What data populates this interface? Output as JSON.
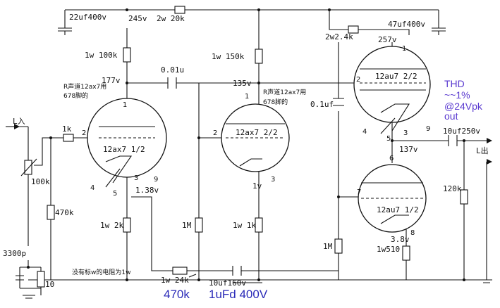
{
  "labels": {
    "c_supply_filter": "22uf400v",
    "v_supply_stage1": "245v",
    "r_supply_drop": "2w 20k",
    "c_supply_right": "47uf400v",
    "r_drop_right": "2w2.4k",
    "v_top_right": "257v",
    "r_plate1": "1w 100k",
    "r_plate2": "1w 150k",
    "v_plate1": "177v",
    "c_couple1": "0.01u",
    "v_plate2": "135v",
    "note_tube1": "R声道12ax7用",
    "note_tube1_b": "678脚的",
    "note_tube2": "R声道12ax7用",
    "note_tube2_b": "678脚的",
    "tube1": "12ax7 1/2",
    "tube2": "12ax7 2/2",
    "tube3": "12au7 2/2",
    "tube4": "12au7 1/2",
    "input": "L入",
    "r_grid": "1k",
    "pot": "100k",
    "r_470k_left": "470k",
    "v_cathode1": "1.38v",
    "r_cathode1": "1w 2k",
    "r_grid2": "1M",
    "v_cathode2": "1v",
    "r_cathode2": "1w 1k",
    "c_couple2": "0.1uf",
    "v_mid": "137v",
    "c_output": "10uf250v",
    "output": "L出",
    "r_out": "120k",
    "r_grid4": "1M",
    "v_cathode4": "3.8v",
    "r_cathode4": "1w510",
    "c_3300p": "3300p",
    "r_10": "10",
    "note_unmarked": "没有标w的电阻为1w",
    "r_fb": "1w 24k",
    "c_fb": "10uf160v",
    "fix_r": "470k",
    "fix_c": "1uFd 400V",
    "thd_1": "THD",
    "thd_2": "~~1%",
    "thd_3": "@24Vpk",
    "thd_4": "out",
    "pins": {
      "t1_grid": "2",
      "t1_plate": "1",
      "t1_cath": "3",
      "t1_h1": "4",
      "t1_h2": "5",
      "t1_h3": "9",
      "t2_grid": "2",
      "t2_plate": "1",
      "t2_cath": "3",
      "t3_plate": "1",
      "t3_grid": "2",
      "t3_cath": "3",
      "t3_h1": "4",
      "t3_h2": "5",
      "t3_h3": "9",
      "t4_plate": "6",
      "t4_grid": "7",
      "t4_cath": "8"
    }
  }
}
